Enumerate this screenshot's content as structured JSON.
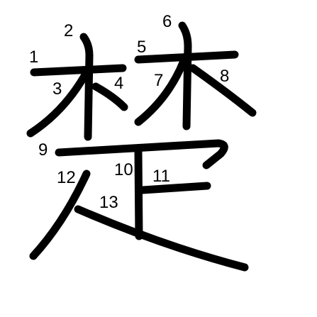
{
  "character": "楚",
  "stroke_numbers": [
    "1",
    "2",
    "3",
    "4",
    "5",
    "6",
    "7",
    "8",
    "9",
    "10",
    "11",
    "12",
    "13"
  ],
  "colors": {
    "ink": "#000000",
    "background": "#ffffff"
  }
}
